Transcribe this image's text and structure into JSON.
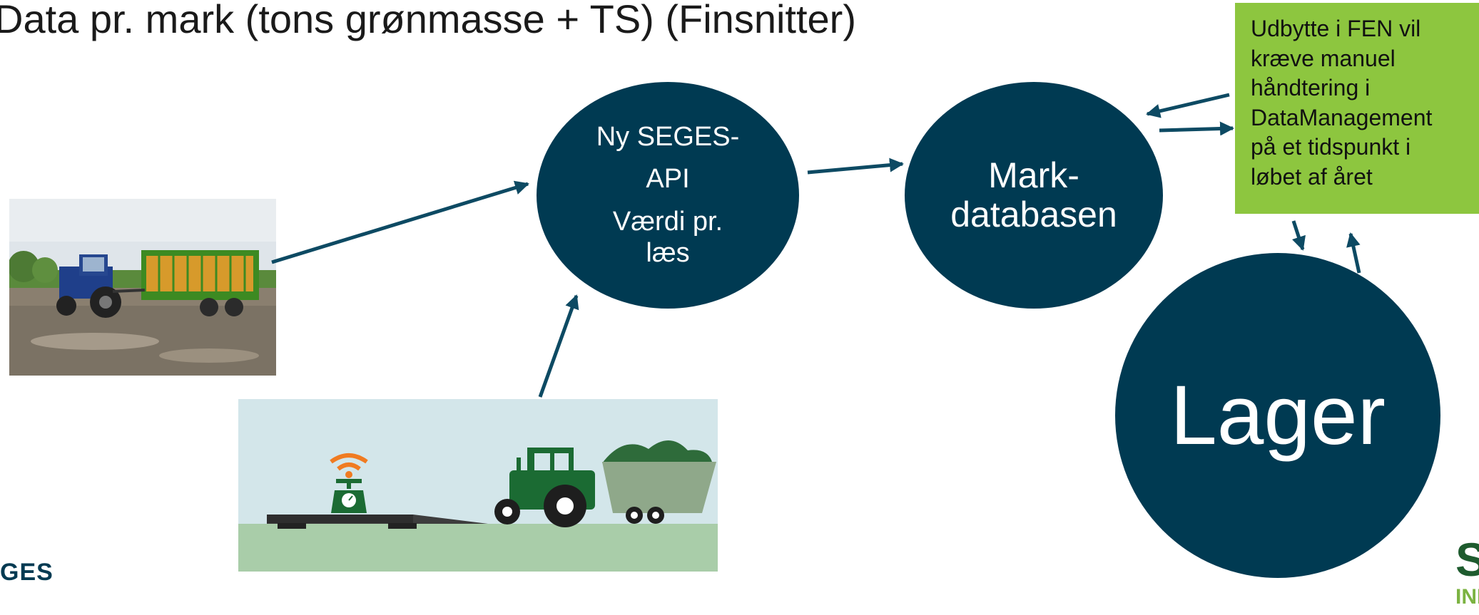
{
  "title": "Data pr. mark (tons grønmasse + TS) (Finsnitter)",
  "nodes": {
    "api": {
      "line1": "Ny SEGES-",
      "line2": "API",
      "line3": "Værdi pr.",
      "line4": "læs"
    },
    "database": {
      "line1": "Mark-",
      "line2": "databasen"
    },
    "storage": {
      "label": "Lager"
    }
  },
  "note": {
    "lines": [
      "Udbytte i FEN vil",
      "kræve manuel",
      "håndtering i",
      "DataManagement",
      "på et tidspunkt i",
      "løbet af året"
    ]
  },
  "logos": {
    "left": "GES",
    "right_line1": "SE",
    "right_line2": "INN"
  },
  "colors": {
    "node_fill": "#003a52",
    "note_fill": "#8dc63f",
    "arrow": "#0d4a63"
  },
  "icons": {
    "photo": "tractor-with-forage-wagon-photo",
    "illustration": "tractor-on-weighbridge-illustration"
  }
}
